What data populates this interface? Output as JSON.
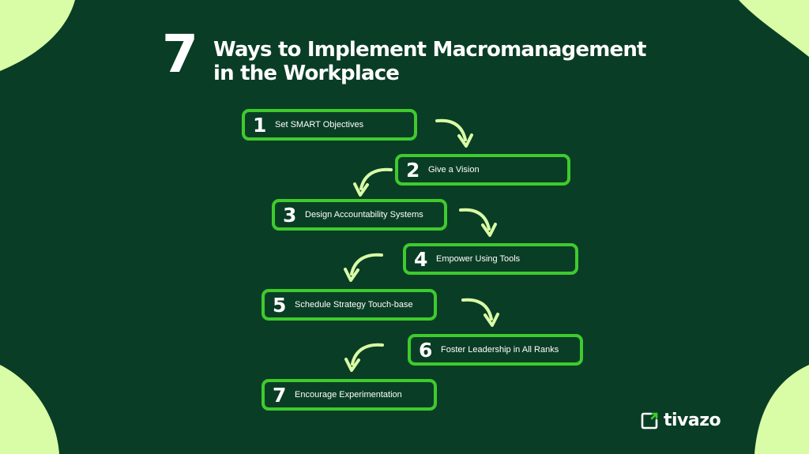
{
  "colors": {
    "background": "#0a3d25",
    "corner": "#d9fca6",
    "accent": "#3ecb2e",
    "arrow": "#d9fca6",
    "text": "#ffffff"
  },
  "title": {
    "number": "7",
    "line1": "Ways to Implement Macromanagement",
    "line2": "in the Workplace"
  },
  "steps": [
    {
      "number": "1",
      "label": "Set SMART Objectives"
    },
    {
      "number": "2",
      "label": "Give a Vision"
    },
    {
      "number": "3",
      "label": "Design Accountability Systems"
    },
    {
      "number": "4",
      "label": "Empower Using Tools"
    },
    {
      "number": "5",
      "label": "Schedule Strategy Touch-base"
    },
    {
      "number": "6",
      "label": "Foster Leadership in All Ranks"
    },
    {
      "number": "7",
      "label": "Encourage Experimentation"
    }
  ],
  "logo": {
    "text": "tivazo",
    "icon": "tivazo-logo-icon"
  }
}
